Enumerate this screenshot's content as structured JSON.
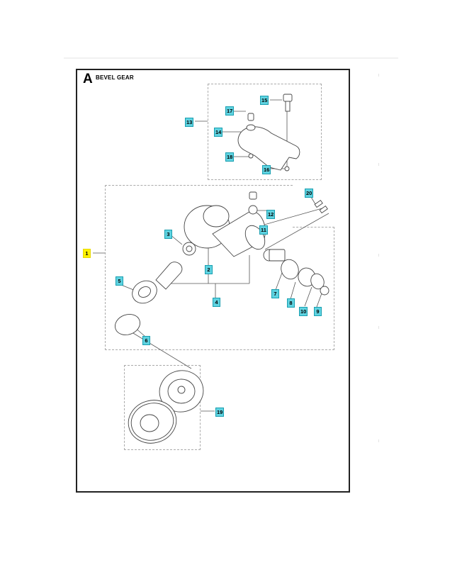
{
  "section": {
    "letter": "A",
    "title": "BEVEL GEAR"
  },
  "callouts": [
    {
      "id": "1",
      "highlighted": true
    },
    {
      "id": "2"
    },
    {
      "id": "3"
    },
    {
      "id": "4"
    },
    {
      "id": "5"
    },
    {
      "id": "6"
    },
    {
      "id": "7"
    },
    {
      "id": "8"
    },
    {
      "id": "9"
    },
    {
      "id": "10"
    },
    {
      "id": "11"
    },
    {
      "id": "12"
    },
    {
      "id": "13"
    },
    {
      "id": "14"
    },
    {
      "id": "15"
    },
    {
      "id": "16"
    },
    {
      "id": "17"
    },
    {
      "id": "18"
    },
    {
      "id": "19"
    },
    {
      "id": "20"
    }
  ],
  "colors": {
    "callout_fill": "#5fd3e1",
    "callout_border": "#1a9fb0",
    "highlight_fill": "#fff200",
    "frame": "#222222",
    "group_dash": "#aaaaaa"
  }
}
